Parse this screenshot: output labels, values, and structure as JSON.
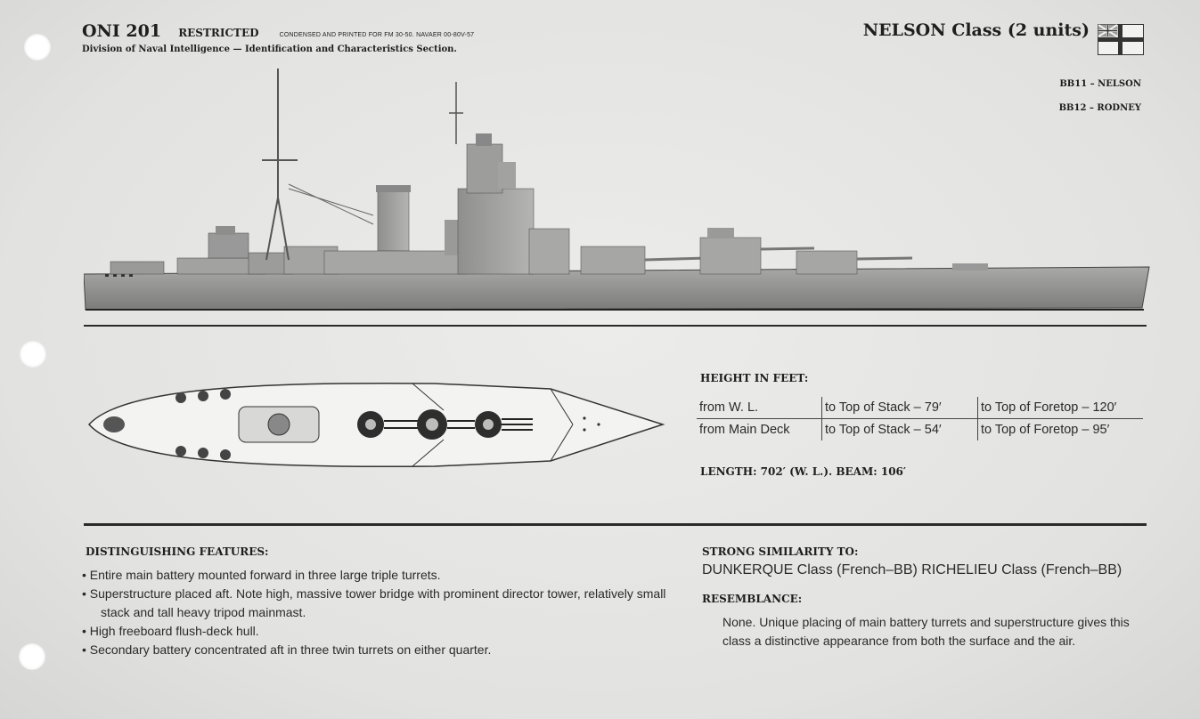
{
  "header": {
    "doc_id": "ONI 201",
    "restricted": "RESTRICTED",
    "printing_note": "CONDENSED AND PRINTED FOR FM 30-50. NAVAER 00-80V-57",
    "division": "Division of Naval Intelligence — Identification and Characteristics Section.",
    "class_title": "NELSON Class (2 units)"
  },
  "units": [
    {
      "label": "BB11 – NELSON"
    },
    {
      "label": "BB12 – RODNEY"
    }
  ],
  "height": {
    "title": "HEIGHT IN FEET:",
    "rows": [
      {
        "from": "from W. L.",
        "stack": "to Top of Stack – 79′",
        "foretop": "to Top of Foretop – 120′"
      },
      {
        "from": "from Main Deck",
        "stack": "to Top of Stack – 54′",
        "foretop": "to Top of Foretop –  95′"
      }
    ]
  },
  "dimensions": "LENGTH: 702′ (W. L.).   BEAM: 106′",
  "distinguishing": {
    "title": "DISTINGUISHING FEATURES:",
    "items": [
      "• Entire main battery mounted forward in three large triple turrets.",
      "• Superstructure placed aft. Note high, massive tower bridge with prominent director tower, relatively small stack and tall heavy tripod mainmast.",
      "• High freeboard flush-deck hull.",
      "• Secondary battery concentrated aft in three twin turrets on either quarter."
    ]
  },
  "similarity": {
    "title": "STRONG SIMILARITY TO:",
    "text": "DUNKERQUE Class (French–BB)  RICHELIEU Class (French–BB)"
  },
  "resemblance": {
    "title": "RESEMBLANCE:",
    "text": "None. Unique placing of main battery turrets and superstructure gives this class a distinctive appearance from both the surface and the air."
  },
  "colors": {
    "ink": "#1e1e1e",
    "hull": "#8a8a8a",
    "paper": "#e4e4e2"
  }
}
